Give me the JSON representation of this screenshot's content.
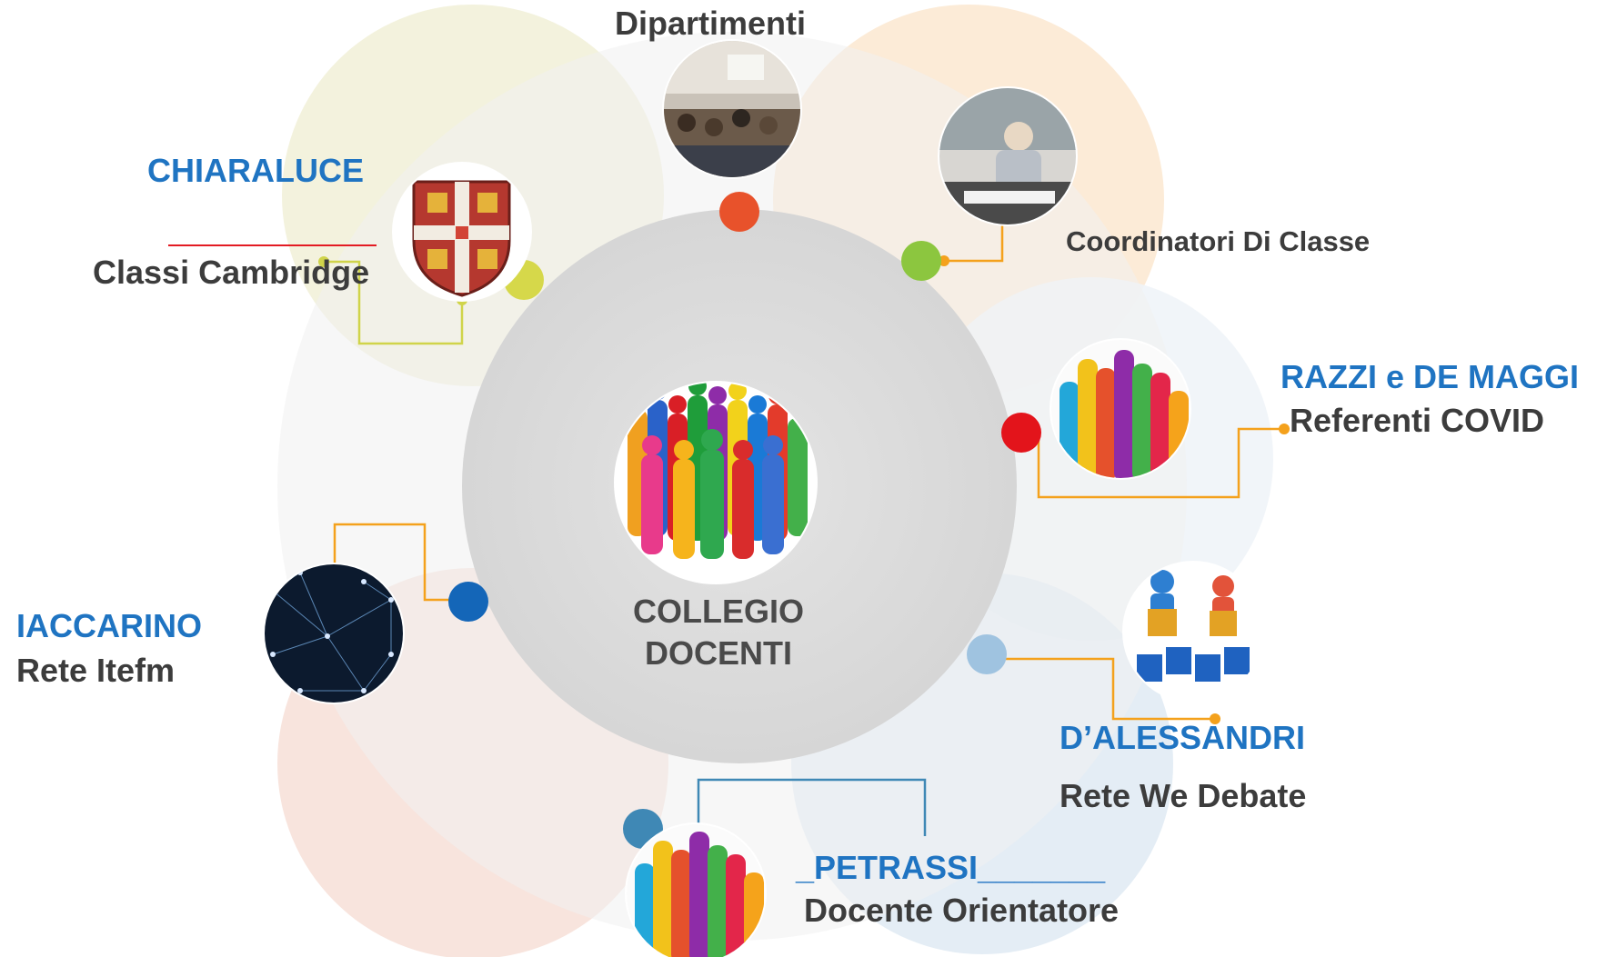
{
  "center": {
    "line1": "COLLEGIO",
    "line2": "DOCENTI"
  },
  "labels": {
    "dipartimenti": "Dipartimenti",
    "coordinatori": "Coordinatori Di Classe",
    "chiaraluce_name": "CHIARALUCE",
    "chiaraluce_underline": "___________",
    "chiaraluce_role": "Classi Cambridge",
    "razzi_name": "RAZZI e DE MAGGI",
    "razzi_role": "Referenti COVID",
    "iaccarino_name": "IACCARINO",
    "iaccarino_role": "Rete Itefm",
    "dalessandri_name": "D’ALESSANDRI",
    "dalessandri_role": "Rete We Debate",
    "petrassi_name": "_PETRASSI_______",
    "petrassi_role": "Docente Orientatore"
  },
  "colors": {
    "accent_blue": "#1f74c2",
    "text_gray": "#3c3c3c",
    "connector_orange": "#f4a11c",
    "connector_yellow": "#d0d44a",
    "connector_teal": "#3f88b5",
    "dot_red": "#e8522b",
    "dot_green": "#8cc63f",
    "dot_bright_red": "#e3141b",
    "dot_blue": "#1466b8",
    "dot_lightblue": "#9fc3e0",
    "dot_yellow": "#d6d84a"
  },
  "icons": {
    "center": "crowd-of-people-icon",
    "dipartimenti": "meeting-photo-icon",
    "coordinatori": "office-meeting-photo-icon",
    "cambridge": "cambridge-crest-icon",
    "covid": "raised-hands-icon",
    "itefm": "network-mesh-icon",
    "debate": "debate-podium-icon",
    "orientatore": "raised-hands-icon"
  }
}
